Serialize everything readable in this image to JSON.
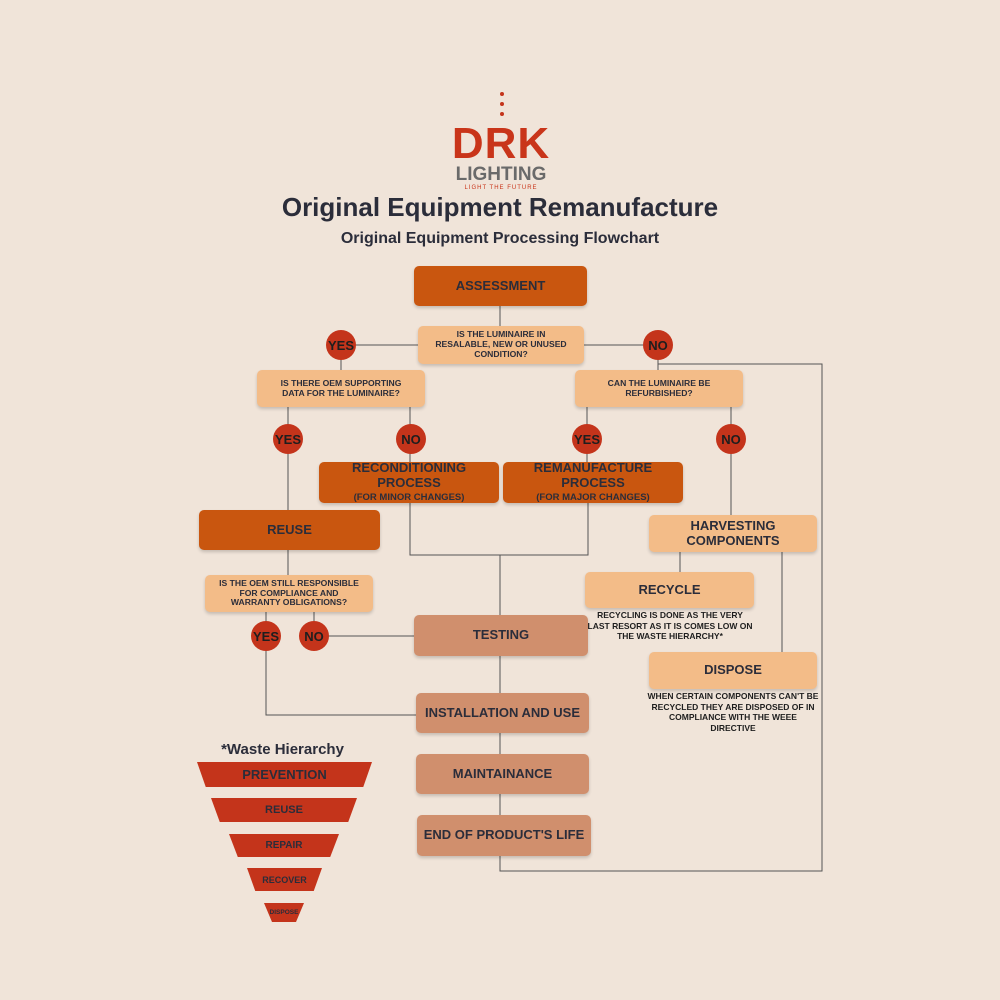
{
  "logo": {
    "brand": "DRK",
    "sub": "LIGHTING",
    "tagline": "LIGHT THE FUTURE"
  },
  "title": "Original Equipment Remanufacture",
  "subtitle": "Original Equipment Processing Flowchart",
  "nodes": {
    "assessment": "ASSESSMENT",
    "q_resalable": "IS THE LUMINAIRE IN RESALABLE, NEW OR UNUSED CONDITION?",
    "q_oem_data": "IS THERE OEM SUPPORTING DATA FOR THE LUMINAIRE?",
    "q_refurb": "CAN THE LUMINAIRE BE REFURBISHED?",
    "recond": "RECONDITIONING PROCESS",
    "recond_sub": "(FOR MINOR CHANGES)",
    "reman": "REMANUFACTURE PROCESS",
    "reman_sub": "(FOR MAJOR CHANGES)",
    "reuse": "REUSE",
    "harvest": "HARVESTING COMPONENTS",
    "q_oem_resp": "IS THE OEM STILL RESPONSIBLE FOR COMPLIANCE AND WARRANTY OBLIGATIONS?",
    "recycle": "RECYCLE",
    "recycle_note": "RECYCLING IS DONE AS THE VERY LAST RESORT AS IT IS COMES LOW ON THE WASTE HIERARCHY*",
    "testing": "TESTING",
    "dispose": "DISPOSE",
    "dispose_note": "WHEN CERTAIN COMPONENTS CAN'T BE RECYCLED THEY ARE DISPOSED OF IN COMPLIANCE WITH THE WEEE DIRECTIVE",
    "install": "INSTALLATION AND USE",
    "maint": "MAINTAINANCE",
    "eol": "END OF PRODUCT'S LIFE"
  },
  "decisions": {
    "yes": "YES",
    "no": "NO"
  },
  "waste_hierarchy": {
    "title": "*Waste Hierarchy",
    "levels": [
      "PREVENTION",
      "REUSE",
      "REPAIR",
      "RECOVER",
      "DISPOSE"
    ]
  },
  "colors": {
    "background": "#f0e4d9",
    "dark_orange": "#c9560f",
    "light_orange": "#f3bc88",
    "tan": "#d08f6d",
    "red": "#c4341b",
    "navy": "#2b2d3a"
  }
}
